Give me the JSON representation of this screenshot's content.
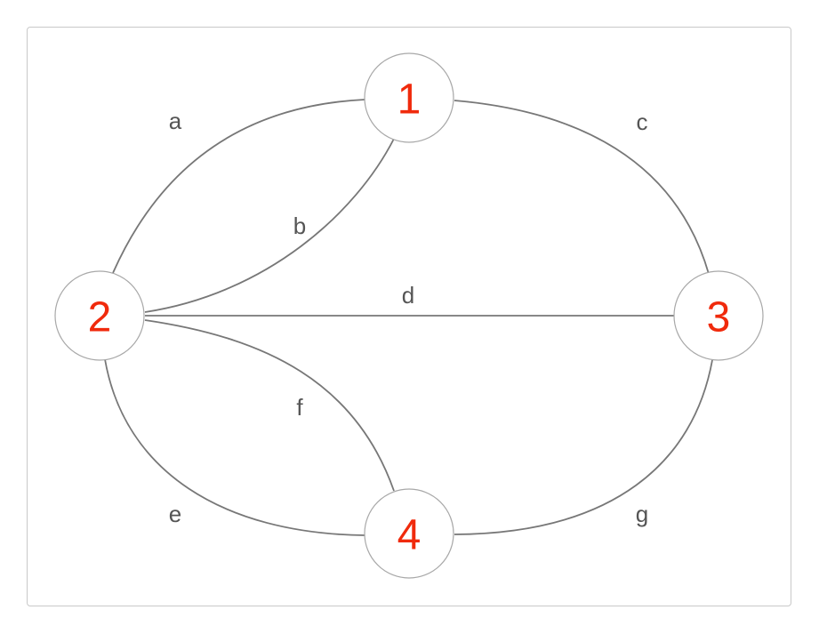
{
  "graph": {
    "nodes": [
      {
        "id": "1",
        "label": "1"
      },
      {
        "id": "2",
        "label": "2"
      },
      {
        "id": "3",
        "label": "3"
      },
      {
        "id": "4",
        "label": "4"
      }
    ],
    "edges": [
      {
        "id": "a",
        "label": "a",
        "from": "2",
        "to": "1"
      },
      {
        "id": "b",
        "label": "b",
        "from": "2",
        "to": "1"
      },
      {
        "id": "c",
        "label": "c",
        "from": "1",
        "to": "3"
      },
      {
        "id": "d",
        "label": "d",
        "from": "2",
        "to": "3"
      },
      {
        "id": "e",
        "label": "e",
        "from": "2",
        "to": "4"
      },
      {
        "id": "f",
        "label": "f",
        "from": "2",
        "to": "4"
      },
      {
        "id": "g",
        "label": "g",
        "from": "4",
        "to": "3"
      }
    ],
    "colors": {
      "node_label": "#f02a0c",
      "edge": "#777777",
      "node_border": "#a8a8a8",
      "edge_label": "#555555"
    }
  }
}
